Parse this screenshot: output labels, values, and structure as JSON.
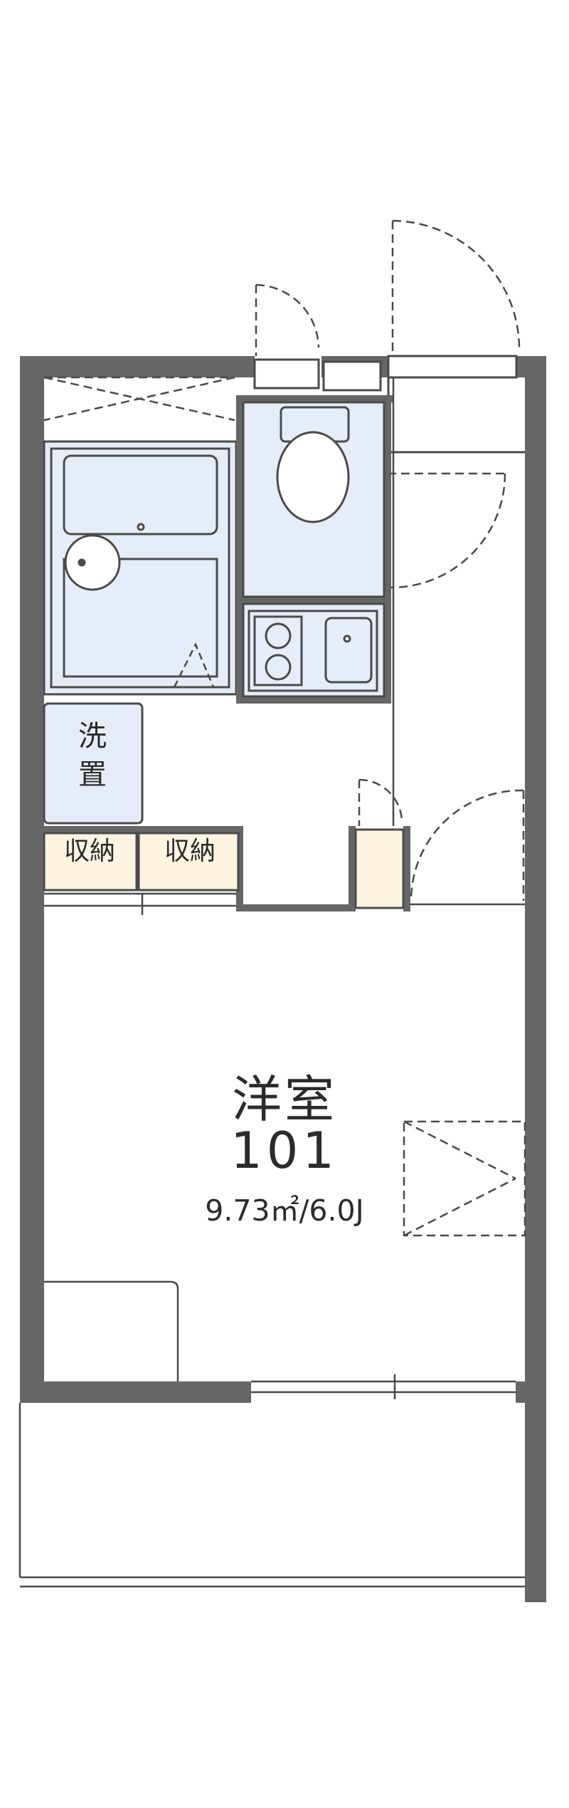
{
  "room": {
    "type": "洋室",
    "number": "101",
    "size": "9.73㎡/6.0J"
  },
  "labels": {
    "washer_line1": "洗",
    "washer_line2": "置",
    "storage1": "収納",
    "storage2": "収納"
  },
  "colors": {
    "wall": "#666666",
    "wet_area_fill": "#e6edf9",
    "storage_fill": "#fdf4e2",
    "line": "#4a4a4a"
  }
}
